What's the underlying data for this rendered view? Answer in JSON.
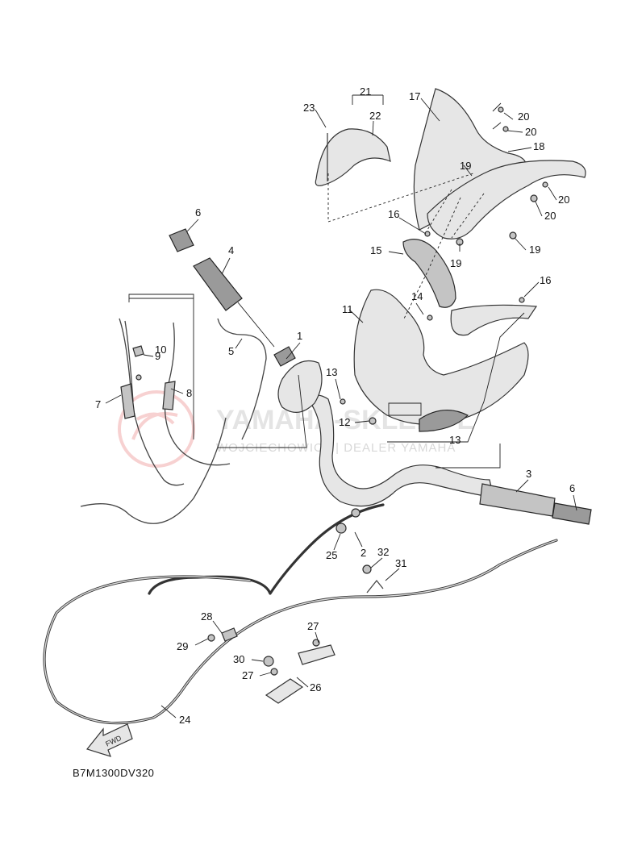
{
  "diagram": {
    "drawing_code": "B7M1300DV320",
    "fwd_label": "FWD",
    "watermark": {
      "brand": "YAMAHA-SKLEP.PL",
      "subtitle": "WOJCIECHOWICZ | DEALER YAMAHA"
    },
    "callouts": {
      "c1": "1",
      "c2": "2",
      "c3": "3",
      "c4": "4",
      "c5": "5",
      "c6a": "6",
      "c6b": "6",
      "c7": "7",
      "c8": "8",
      "c9": "9",
      "c10": "10",
      "c11": "11",
      "c12": "12",
      "c13a": "13",
      "c13b": "13",
      "c14": "14",
      "c15": "15",
      "c16a": "16",
      "c16b": "16",
      "c17": "17",
      "c18": "18",
      "c19a": "19",
      "c19b": "19",
      "c19c": "19",
      "c20a": "20",
      "c20b": "20",
      "c20c": "20",
      "c20d": "20",
      "c21": "21",
      "c22": "22",
      "c23": "23",
      "c24": "24",
      "c25": "25",
      "c26": "26",
      "c27a": "27",
      "c27b": "27",
      "c28": "28",
      "c29": "29",
      "c30": "30",
      "c31": "31",
      "c32": "32"
    }
  }
}
